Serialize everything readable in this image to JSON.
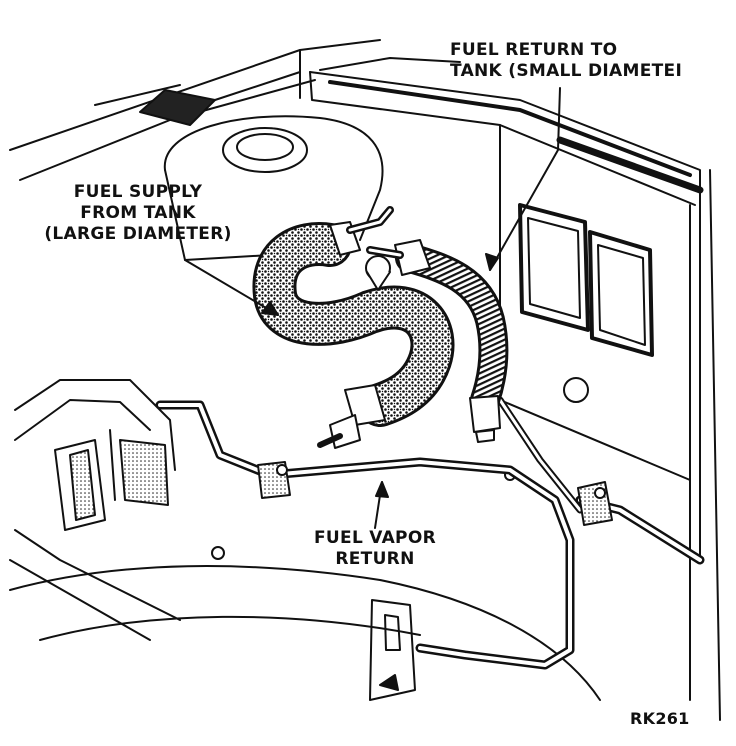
{
  "callouts": {
    "fuel_return": {
      "line1": "FUEL RETURN TO",
      "line2": "TANK (SMALL DIAMETEI"
    },
    "fuel_supply": {
      "line1": "FUEL SUPPLY",
      "line2": "FROM TANK",
      "line3": "(LARGE DIAMETER)"
    },
    "fuel_vapor": {
      "line1": "FUEL VAPOR",
      "line2": "RETURN"
    }
  },
  "figure_code": "RK261"
}
